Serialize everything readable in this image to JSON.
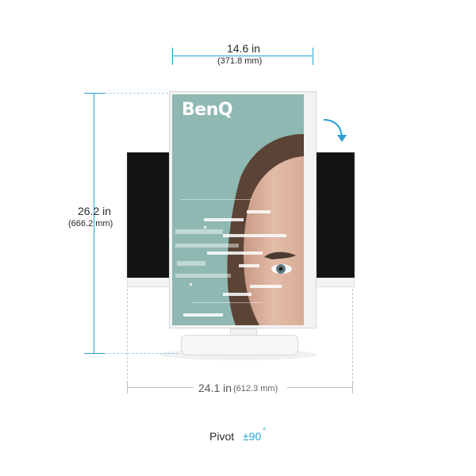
{
  "brand": {
    "logo_text": "BenQ"
  },
  "dimensions": {
    "width": {
      "imperial": "14.6 in",
      "metric": "(371.8 mm)"
    },
    "height": {
      "imperial": "26.2 in",
      "metric": "(666.2 mm)"
    },
    "depth": {
      "imperial": "24.1 in",
      "metric": "(612.3 mm)"
    }
  },
  "feature": {
    "label": "Pivot",
    "value": "±90",
    "unit": "°"
  },
  "colors": {
    "accent": "#2a9fd6",
    "screen": "#8fb8b2",
    "bezel": "#f3f3f3"
  },
  "icons": [
    "pivot-arrow-icon"
  ]
}
